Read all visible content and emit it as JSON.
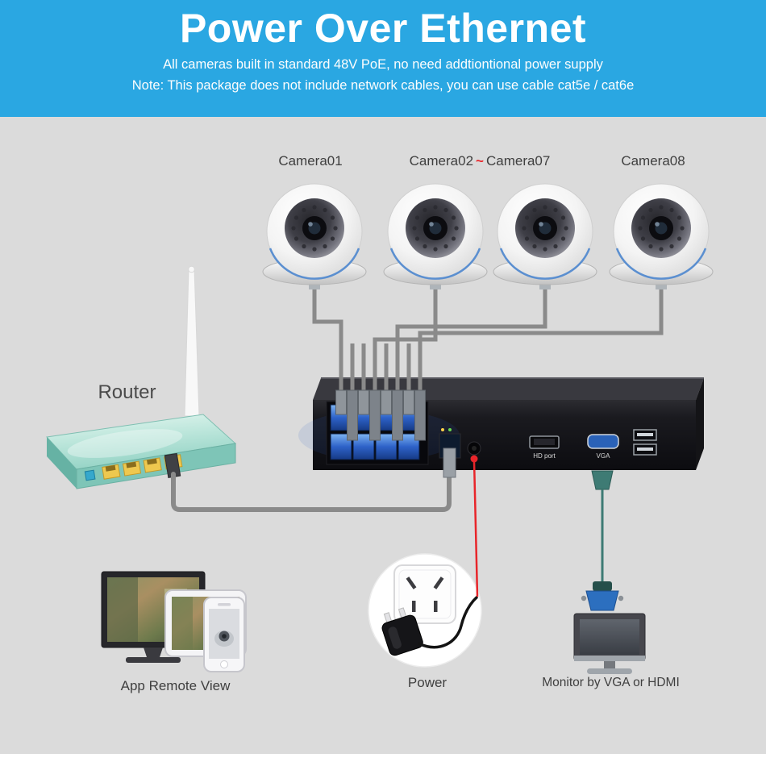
{
  "banner": {
    "title": "Power Over Ethernet",
    "subtitle": "All cameras built in standard 48V PoE, no need addtiontional power supply",
    "note": "Note: This package does not include network cables, you can use cable cat5e / cat6e"
  },
  "camera_labels": {
    "cam1": "Camera01",
    "cam2": "Camera02",
    "range_tilde": "~",
    "cam7": "Camera07",
    "cam8": "Camera08"
  },
  "device_labels": {
    "router": "Router",
    "app_remote_view": "App Remote View",
    "power": "Power",
    "monitor": "Monitor by VGA or HDMI"
  },
  "nvr": {
    "hdmi_port_label": "HD port",
    "vga_port_label": "VGA"
  },
  "colors": {
    "banner_bg": "#2AA7E2",
    "diagram_bg": "#DBDBDB",
    "cable_gray": "#8A8A8A",
    "accent_red": "#E8252A",
    "router_teal": "#8FD2C6",
    "port_blue": "#2E62C8",
    "vga_wire_teal": "#3E7B74"
  }
}
